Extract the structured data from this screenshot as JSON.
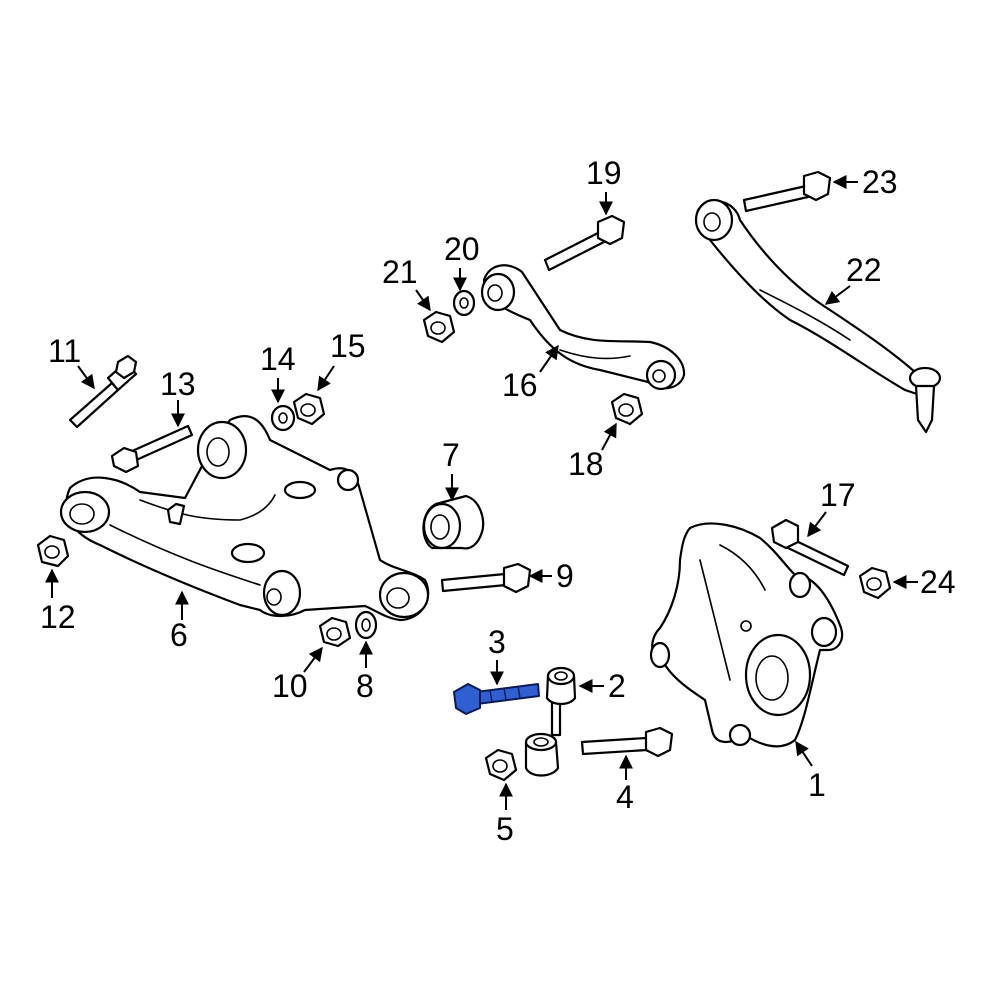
{
  "diagram": {
    "callouts": [
      "1",
      "2",
      "3",
      "4",
      "5",
      "6",
      "7",
      "8",
      "9",
      "10",
      "11",
      "12",
      "13",
      "14",
      "15",
      "16",
      "17",
      "18",
      "19",
      "20",
      "21",
      "22",
      "23",
      "24"
    ],
    "highlighted_part": "3",
    "highlight_color": "#2f5fd0"
  }
}
